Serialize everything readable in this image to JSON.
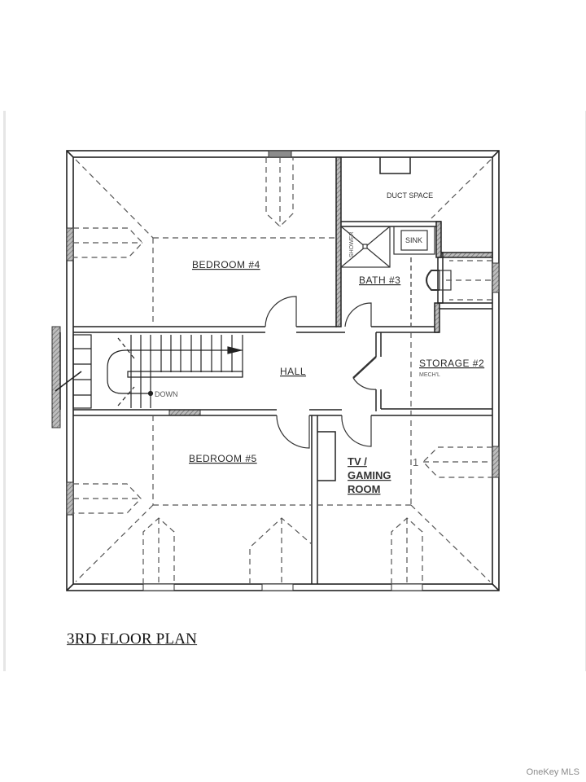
{
  "plan": {
    "title": "3RD FLOOR PLAN",
    "rooms": {
      "bedroom4": "BEDROOM #4",
      "duct_space": "DUCT SPACE",
      "bath3": "BATH #3",
      "shower": "SHOWER",
      "sink": "SINK",
      "hall": "HALL",
      "storage2": "STORAGE #2",
      "storage2_note": "MECH'L",
      "bedroom5": "BEDROOM #5",
      "tv_gaming_line1": "TV /",
      "tv_gaming_line2": "GAMING",
      "tv_gaming_line3": "ROOM"
    },
    "stair_label": "DOWN",
    "marker_number": "1"
  },
  "watermark": "OneKey MLS",
  "colors": {
    "wall": "#222222",
    "dashed": "#555555",
    "hatch": "#8a8a8a",
    "background": "#ffffff"
  }
}
